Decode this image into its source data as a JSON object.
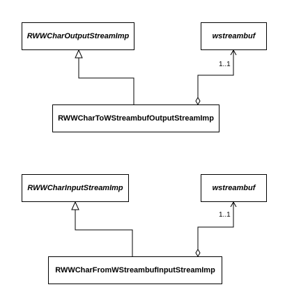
{
  "diagram1": {
    "base": "RWWCharOutputStreamImp",
    "buffer": "wstreambuf",
    "derived": "RWWCharToWStreambufOutputStreamImp",
    "multiplicity": "1..1"
  },
  "diagram2": {
    "base": "RWWCharInputStreamImp",
    "buffer": "wstreambuf",
    "derived": "RWWCharFromWStreambufInputStreamImp",
    "multiplicity": "1..1"
  }
}
